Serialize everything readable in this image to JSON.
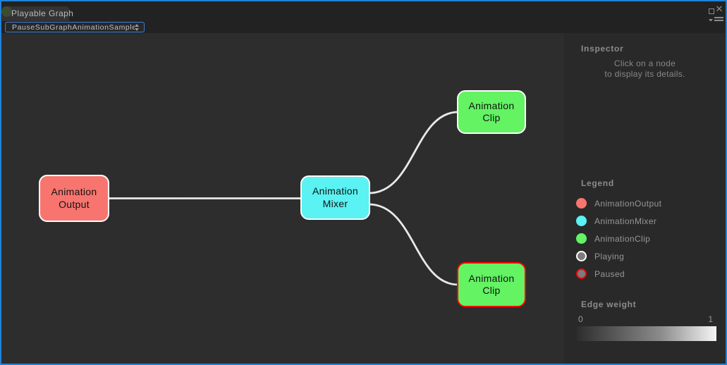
{
  "window": {
    "tab_title": "Playable Graph",
    "controls": {
      "float": "float-window",
      "close": "close-window",
      "menu": "pane-menu"
    }
  },
  "toolbar": {
    "graph_selector_value": "PauseSubGraphAnimationSample"
  },
  "graph": {
    "nodes": [
      {
        "id": "animation-output",
        "label": "Animation Output",
        "fill": "#f8756f",
        "border": "#ffffff"
      },
      {
        "id": "animation-mixer",
        "label": "Animation Mixer",
        "fill": "#5af2f2",
        "border": "#ffffff"
      },
      {
        "id": "animation-clip-top",
        "label": "Animation Clip",
        "fill": "#63f363",
        "border": "#ffffff"
      },
      {
        "id": "animation-clip-bottom",
        "label": "Animation Clip",
        "fill": "#63f363",
        "border": "#ff0000",
        "state": "Paused"
      }
    ],
    "edges": [
      {
        "from": "animation-output",
        "to": "animation-mixer",
        "weight": 1
      },
      {
        "from": "animation-mixer",
        "to": "animation-clip-top",
        "weight": 1
      },
      {
        "from": "animation-mixer",
        "to": "animation-clip-bottom",
        "weight": 1
      }
    ],
    "edge_color": "#e9e9e9"
  },
  "inspector": {
    "title": "Inspector",
    "message_line1": "Click on a node",
    "message_line2": "to display its details."
  },
  "legend": {
    "title": "Legend",
    "items": [
      {
        "label": "AnimationOutput",
        "color": "#f8756f"
      },
      {
        "label": "AnimationMixer",
        "color": "#5af2f2"
      },
      {
        "label": "AnimationClip",
        "color": "#63f363"
      },
      {
        "label": "Playing",
        "color": "#7d7d7d",
        "ring": "#ffffff"
      },
      {
        "label": "Paused",
        "color": "#7d7d7d",
        "ring": "#ff0000"
      }
    ]
  },
  "edge_weight": {
    "title": "Edge weight",
    "min_label": "0",
    "max_label": "1",
    "gradient_from": "#2d2d2d",
    "gradient_to": "#f5f5f5"
  }
}
